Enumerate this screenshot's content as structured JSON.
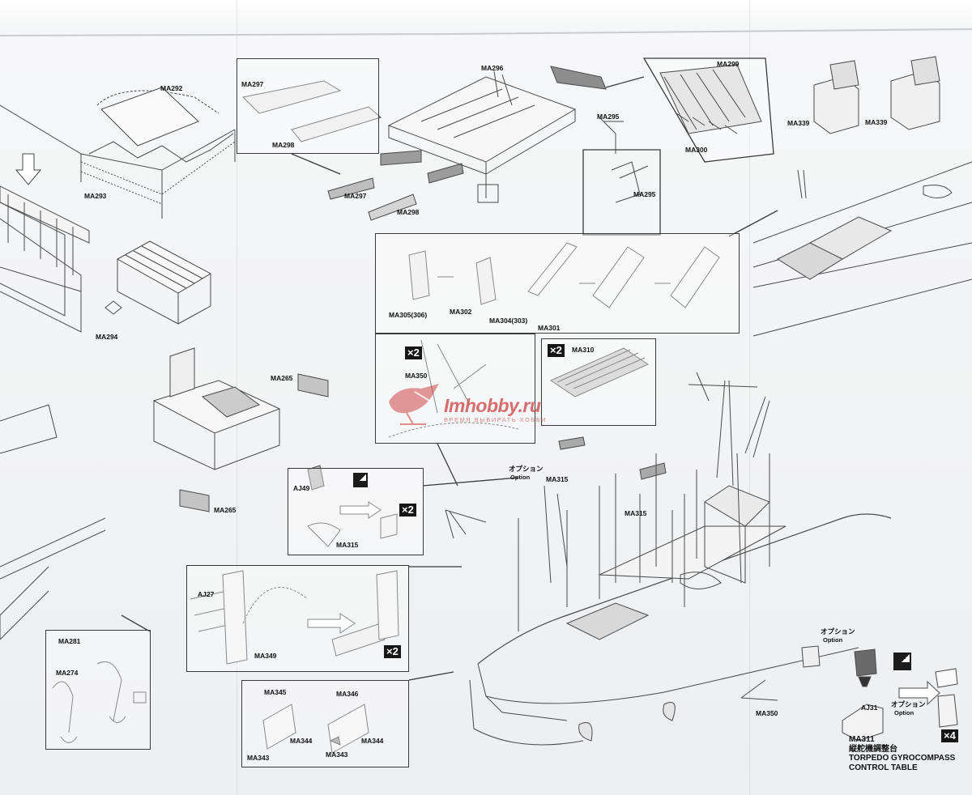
{
  "parts": {
    "ma292": "MA292",
    "ma297a": "MA297",
    "ma298a": "MA298",
    "ma297b": "MA297",
    "ma298b": "MA298",
    "ma293": "MA293",
    "ma296": "MA296",
    "ma295a": "MA295",
    "ma295b": "MA295",
    "ma299": "MA299",
    "ma300": "MA300",
    "ma339a": "MA339",
    "ma339b": "MA339",
    "ma294": "MA294",
    "ma305": "MA305(306)",
    "ma302": "MA302",
    "ma304": "MA304(303)",
    "ma301": "MA301",
    "ma265a": "MA265",
    "ma265b": "MA265",
    "ma350a": "MA350",
    "ma310": "MA310",
    "aj49": "AJ49",
    "ma315a": "MA315",
    "ma315b": "MA315",
    "ma315c": "MA315",
    "aj27": "AJ27",
    "ma349": "MA349",
    "ma281": "MA281",
    "ma274": "MA274",
    "ma345": "MA345",
    "ma346": "MA346",
    "ma344a": "MA344",
    "ma344b": "MA344",
    "ma343a": "MA343",
    "ma343b": "MA343",
    "ma350b": "MA350",
    "aj31": "AJ31",
    "ma311": "MA311"
  },
  "options": {
    "jp": "オプション",
    "en": "Option"
  },
  "multipliers": {
    "x2": "×2",
    "x4": "×4"
  },
  "caption": {
    "jp": "縦舵機調整台",
    "en1": "TORPEDO GYROCOMPASS",
    "en2": "CONTROL TABLE"
  },
  "watermark": {
    "brand": "Imhobby.ru",
    "tagline": "ВРЕМЯ ВЫБИРАТЬ ХОББИ"
  }
}
